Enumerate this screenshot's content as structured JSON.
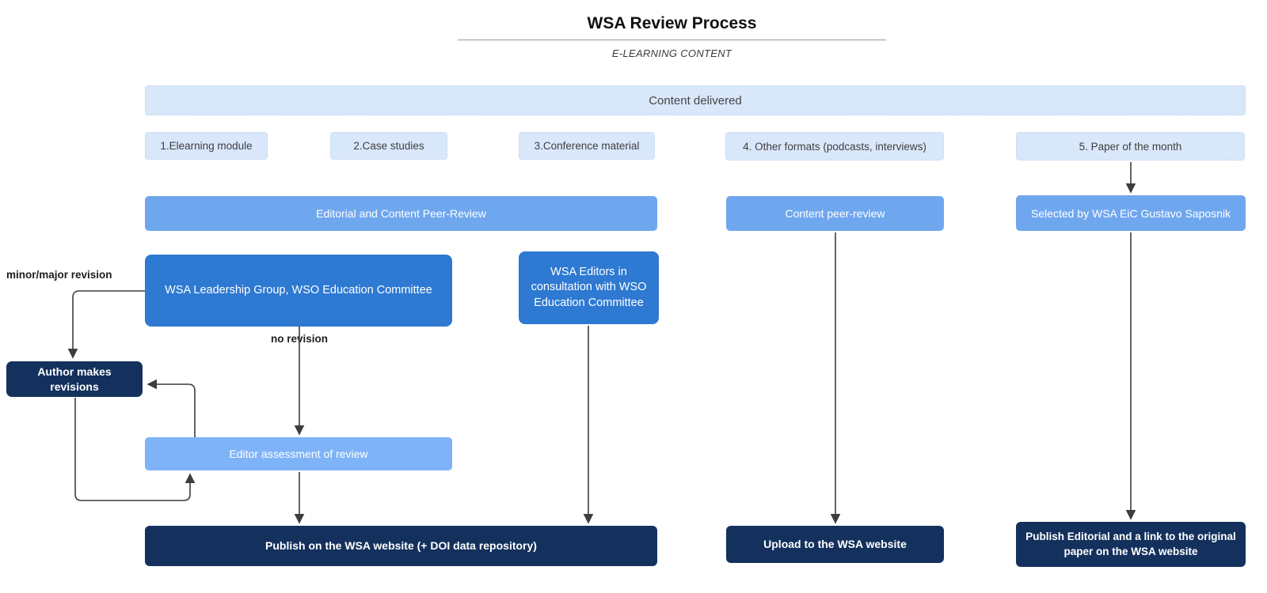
{
  "title": "WSA Review Process",
  "subtitle": "E-LEARNING CONTENT",
  "banner": {
    "label": "Content delivered"
  },
  "formats": [
    {
      "label": "1.Elearning module"
    },
    {
      "label": "2.Case studies"
    },
    {
      "label": "3.Conference material"
    },
    {
      "label": "4. Other formats (podcasts, interviews)"
    },
    {
      "label": "5. Paper of the month"
    }
  ],
  "review_stage": {
    "editorial_peer_review": "Editorial and Content Peer-Review",
    "content_peer_review": "Content peer-review",
    "selected_by": "Selected by WSA EiC Gustavo Saposnik"
  },
  "committees": {
    "leadership": "WSA Leadership Group, WSO Education Committee",
    "editors": "WSA Editors in consultation with WSO Education Committee"
  },
  "revision_loop": {
    "minor_major_label": "minor/major revision",
    "no_revision_label": "no revision",
    "author_revisions": "Author makes revisions",
    "editor_assessment": "Editor assessment of review"
  },
  "outcomes": {
    "publish_wsa": "Publish on the WSA website (+ DOI data repository)",
    "upload_wsa": "Upload to the WSA website",
    "publish_editorial": "Publish Editorial and a link to the original paper on the WSA website"
  },
  "colors": {
    "light_blue": "#d9e7fb",
    "medium_blue": "#6fa7ef",
    "assessment_blue": "#7eb3f8",
    "strong_blue": "#2e79d2",
    "navy": "#14315d",
    "arrow": "#3d3d3d"
  }
}
